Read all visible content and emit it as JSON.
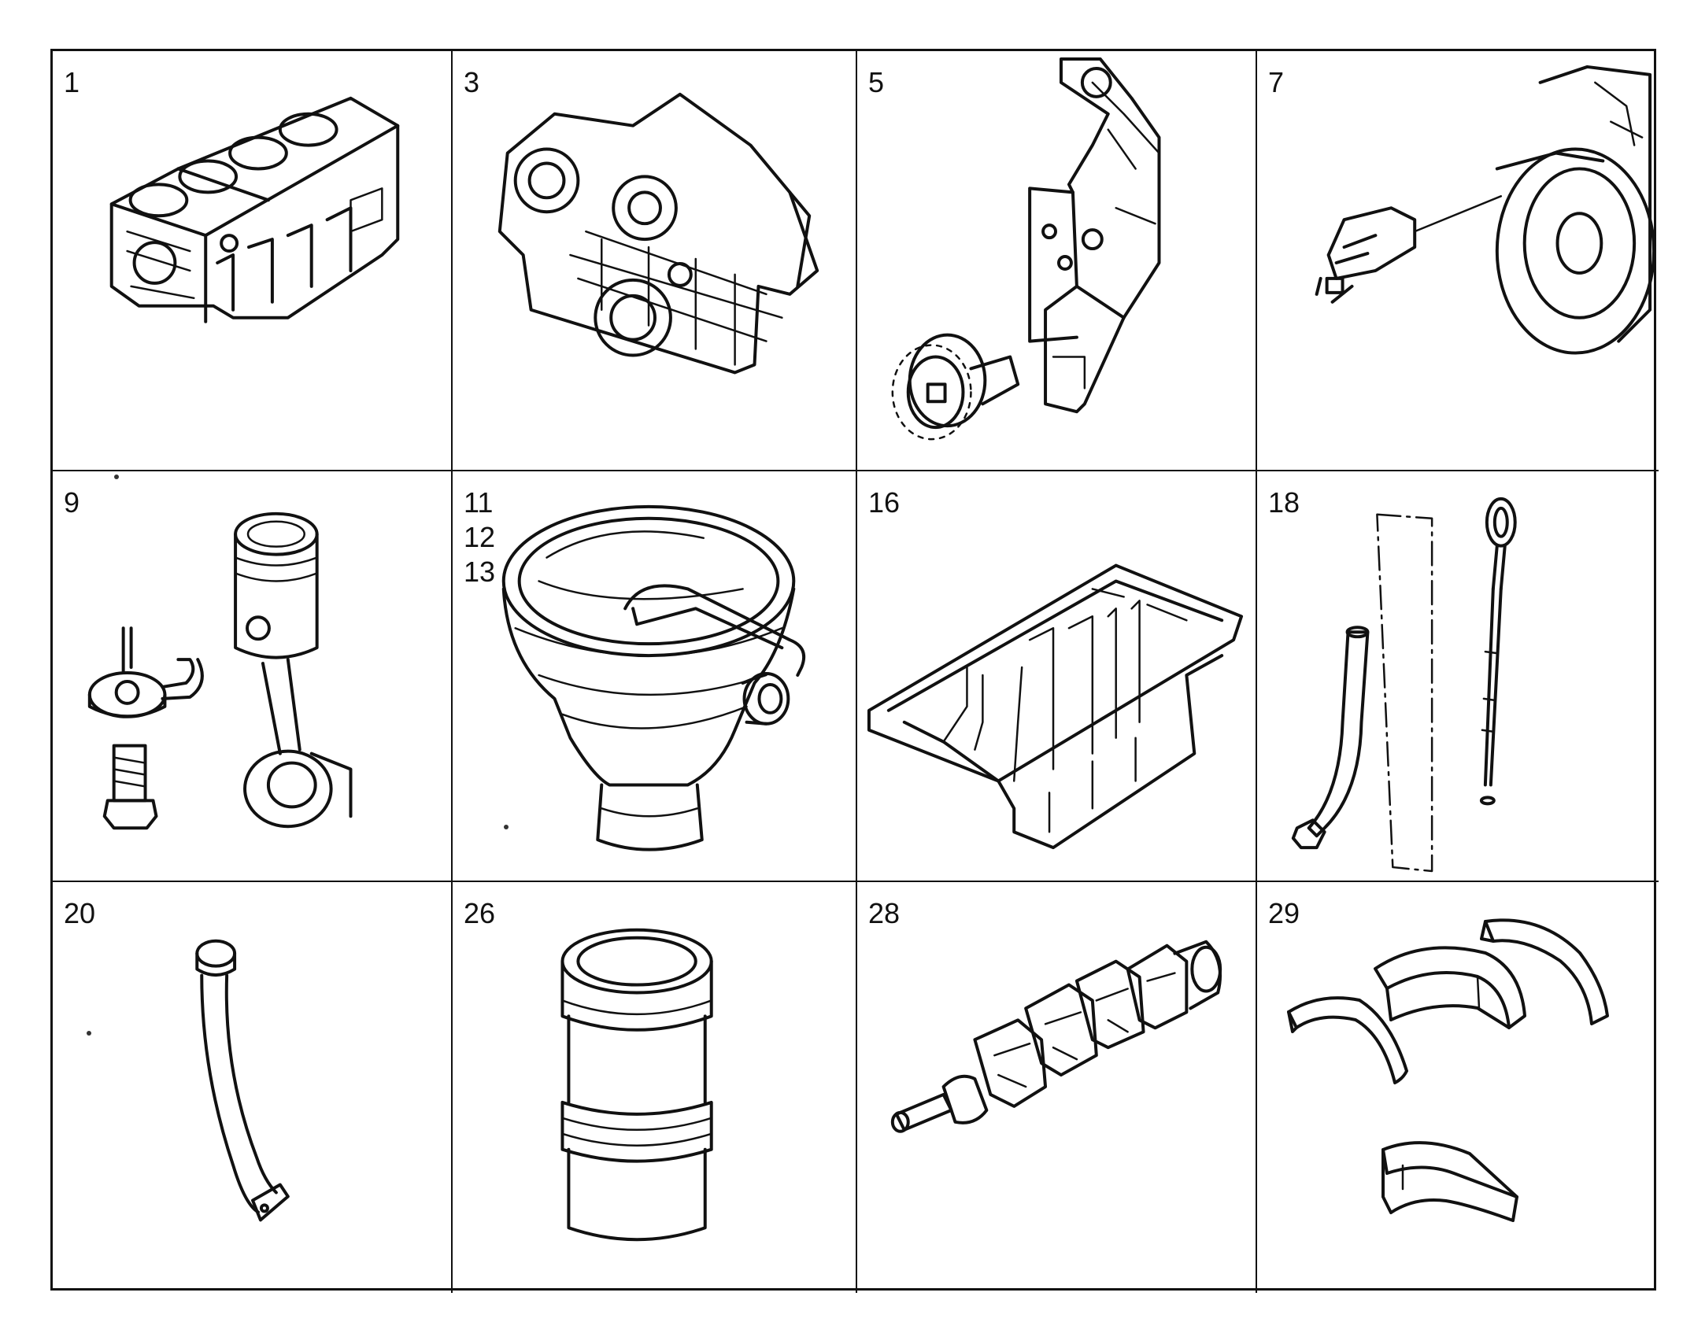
{
  "cells": [
    {
      "id": "1",
      "labels": [
        "1"
      ],
      "icon": "cylinder-block-icon"
    },
    {
      "id": "3",
      "labels": [
        "3"
      ],
      "icon": "timing-cover-icon"
    },
    {
      "id": "5",
      "labels": [
        "5"
      ],
      "icon": "idler-gear-icon"
    },
    {
      "id": "7",
      "labels": [
        "7"
      ],
      "icon": "sensor-flywheel-icon"
    },
    {
      "id": "9",
      "labels": [
        "9"
      ],
      "icon": "piston-conrod-icon"
    },
    {
      "id": "11",
      "labels": [
        "11",
        "12",
        "13"
      ],
      "icon": "oil-filter-housing-icon"
    },
    {
      "id": "16",
      "labels": [
        "16"
      ],
      "icon": "oil-pan-icon"
    },
    {
      "id": "18",
      "labels": [
        "18"
      ],
      "icon": "dipstick-icon"
    },
    {
      "id": "20",
      "labels": [
        "20"
      ],
      "icon": "oil-strainer-pipe-icon"
    },
    {
      "id": "26",
      "labels": [
        "26"
      ],
      "icon": "cylinder-liner-icon"
    },
    {
      "id": "28",
      "labels": [
        "28"
      ],
      "icon": "crankshaft-icon"
    },
    {
      "id": "29",
      "labels": [
        "29"
      ],
      "icon": "bearing-shells-icon"
    }
  ]
}
